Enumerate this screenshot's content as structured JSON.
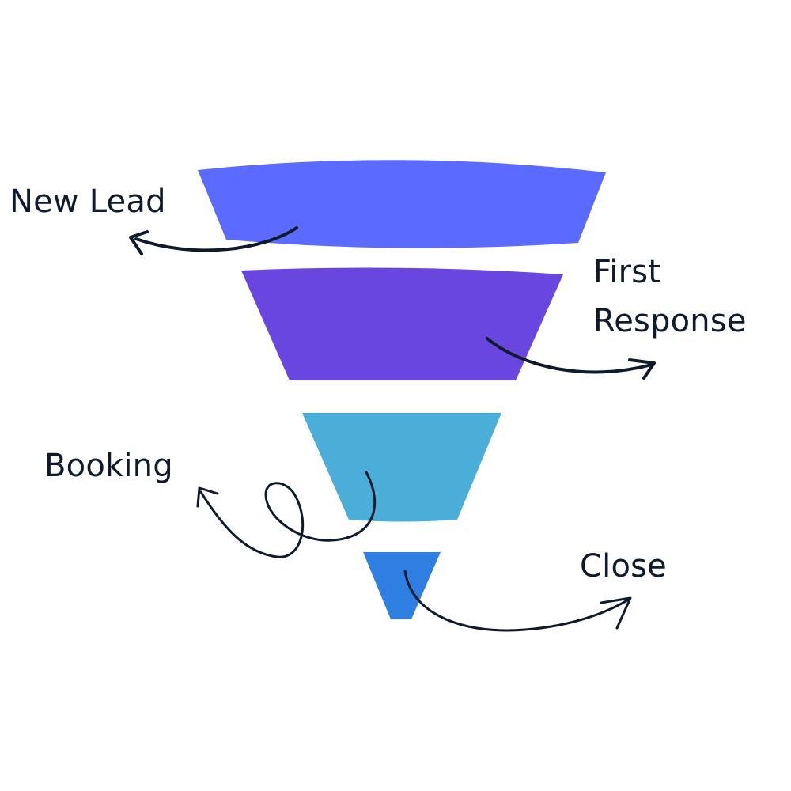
{
  "funnel": {
    "stages": [
      {
        "id": "new-lead",
        "lines": [
          "New Lead"
        ],
        "color": "#5b6bff"
      },
      {
        "id": "first-response",
        "lines": [
          "First",
          "Response"
        ],
        "color": "#6a46e0"
      },
      {
        "id": "booking",
        "lines": [
          "Booking"
        ],
        "color": "#4aaed9"
      },
      {
        "id": "close",
        "lines": [
          "Close"
        ],
        "color": "#2f7fe2"
      }
    ],
    "arrow_color": "#0f1b2d",
    "background": "#ffffff"
  }
}
